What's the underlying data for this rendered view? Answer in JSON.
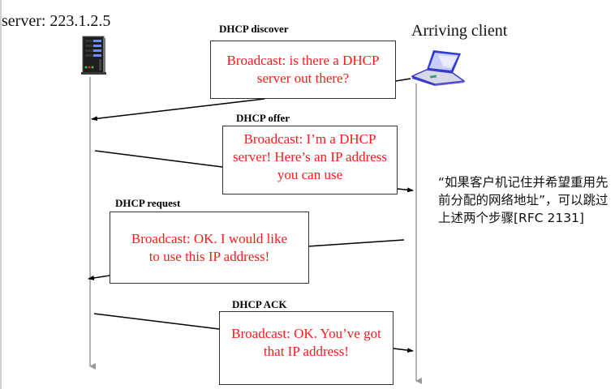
{
  "diagram": {
    "server": {
      "label": "server: 223.1.2.5",
      "icon": "server-tower-icon"
    },
    "client": {
      "label": "Arriving client",
      "icon": "laptop-icon"
    },
    "messages": [
      {
        "name": "DHCP discover",
        "direction": "client-to-server",
        "text_line1": "Broadcast: is there a DHCP",
        "text_line2": "server out there?",
        "text_line3": ""
      },
      {
        "name": "DHCP offer",
        "direction": "server-to-client",
        "text_line1": "Broadcast: I’m a DHCP",
        "text_line2": "server! Here’s an IP address",
        "text_line3": "you can use"
      },
      {
        "name": "DHCP request",
        "direction": "client-to-server",
        "text_line1": "Broadcast: OK.  I would like",
        "text_line2": "to use this IP address!",
        "text_line3": ""
      },
      {
        "name": "DHCP ACK",
        "direction": "server-to-client",
        "text_line1": "Broadcast: OK.  You’ve got",
        "text_line2": "that IP address!",
        "text_line3": ""
      }
    ],
    "note": "“如果客户机记住并希望重用先前分配的网络地址”，可以跳过上述两个步骤[RFC 2131]"
  },
  "colors": {
    "message_text": "#ff1a1a",
    "timeline": "#9a9a9a",
    "arrow": "#000000"
  }
}
